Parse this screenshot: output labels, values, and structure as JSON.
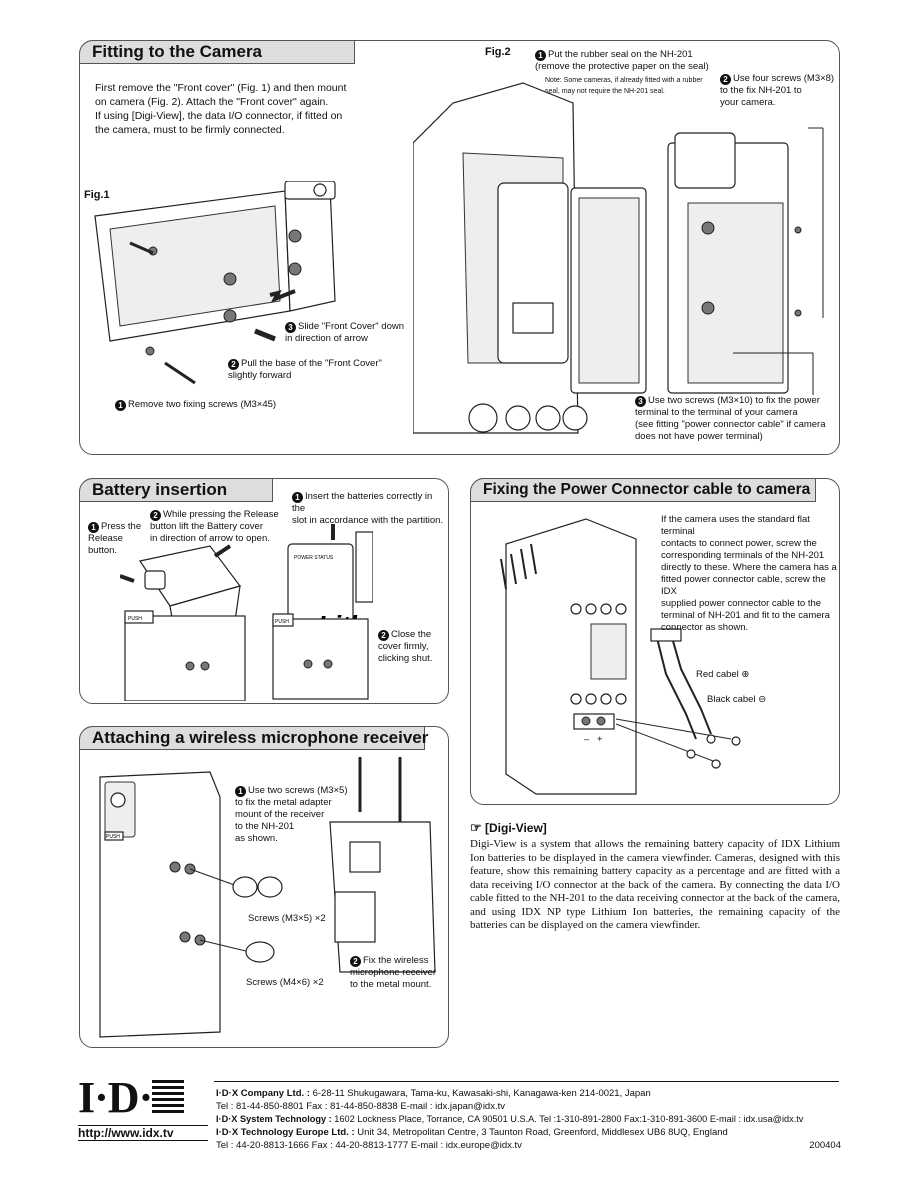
{
  "fitting": {
    "title": "Fitting to the Camera",
    "intro": "First remove the \"Front cover\" (Fig. 1) and then mount\non camera (Fig. 2). Attach the \"Front cover\" again.\nIf using [Digi-View], the data I/O connector, if fitted on\nthe camera, must to be firmly connected.",
    "fig1_label": "Fig.1",
    "fig2_label": "Fig.2",
    "fig1_step1": "Remove two fixing screws (M3×45)",
    "fig1_step2": "Pull the base of the \"Front Cover\"\nslightly forward",
    "fig1_step3": "Slide \"Front Cover\" down\nin direction of arrow",
    "fig2_step1": "Put the rubber seal on the NH-201\n(remove the protective paper on the seal)",
    "fig2_note": "Note: Some cameras, if already fitted with a rubber\nseal, may not require the NH-201 seal.",
    "fig2_step2": "Use four screws (M3×8)\nto the fix NH-201 to\nyour camera.",
    "fig2_step3": "Use two screws (M3×10) to fix the power\nterminal to the terminal of your camera\n(see fitting \"power connector cable\" if camera\ndoes not have power terminal)"
  },
  "battery": {
    "title": "Battery insertion",
    "step1_left": "Press the\nRelease\nbutton.",
    "step2_left": "While pressing the Release\nbutton lift the Battery cover\nin direction of arrow to open.",
    "step1_right": "Insert the batteries correctly in the\nslot in accordance with the partition.",
    "step2_right": "Close the\ncover firmly,\nclicking shut.",
    "power_status": "POWER STATUS",
    "lith": "Lith",
    "push": "PUSH"
  },
  "power": {
    "title": "Fixing the Power Connector cable to camera",
    "text": "If the camera uses the standard flat terminal\ncontacts to connect power, screw the\ncorresponding terminals of the NH-201\ndirectly to these. Where the camera has a\nfitted power connector cable, screw the IDX\nsupplied power connector cable to the\nterminal of NH-201 and fit to the camera\nconnector as shown.",
    "red": "Red cabel ⊕",
    "black": "Black cabel ⊖",
    "minus": "–",
    "plus": "+"
  },
  "wireless": {
    "title": "Attaching a wireless microphone receiver",
    "step1": "Use two screws (M3×5)\nto fix the metal adapter\nmount of the receiver\nto the NH-201\nas shown.",
    "screws1": "Screws (M3×5) ×2",
    "step2": "Fix the wireless\nmicrophone receiver\nto the metal mount.",
    "screws2": "Screws (M4×6) ×2",
    "push": "PUSH"
  },
  "digiview": {
    "title": "[Digi-View]",
    "text": "Digi-View is a system that allows the remaining battery capacity of IDX Lithium Ion batteries to be displayed in the camera viewfinder. Cameras, designed with this feature, show this remaining battery capacity as a percentage and are fitted with a data receiving I/O connector at the back of the camera. By connecting the data I/O cable fitted to the NH-201 to the data receiving connector at the back of the camera, and using IDX NP type Lithium Ion batteries, the remaining capacity of the batteries can be displayed on the camera viewfinder."
  },
  "footer": {
    "logo": "I·D·",
    "url": "http://www.idx.tv",
    "japan_name": "I·D·X Company Ltd. :",
    "japan_addr": " 6-28-11 Shukugawara, Tama-ku, Kawasaki-shi, Kanagawa-ken 214-0021, Japan",
    "japan_tel": "Tel : 81-44-850-8801  Fax : 81-44-850-8838  E-mail : idx.japan@idx.tv",
    "usa_name": "I·D·X System Technology :",
    "usa_addr": " 1602 Lockness Place, Torrance, CA 90501 U.S.A.  Tel :1-310-891-2800  Fax:1-310-891-3600  E-mail : idx.usa@idx.tv",
    "eu_name": "I·D·X Technology Europe Ltd. :",
    "eu_addr": " Unit 34, Metropolitan Centre, 3 Taunton Road, Greenford, Middlesex UB6 8UQ, England",
    "eu_tel": "Tel : 44-20-8813-1666  Fax : 44-20-8813-1777  E-mail : idx.europe@idx.tv",
    "code": "200404"
  },
  "step_numbers": [
    "1",
    "2",
    "3"
  ]
}
